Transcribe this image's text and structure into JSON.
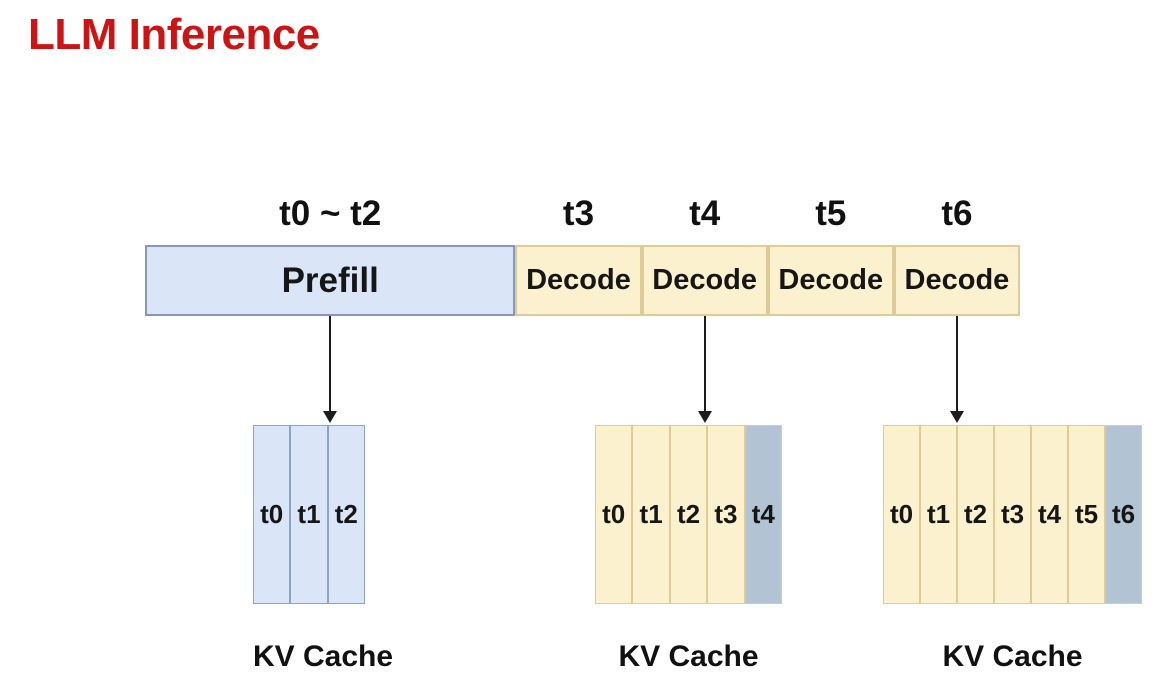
{
  "title": "LLM Inference",
  "colors": {
    "title_red": "#cc1414",
    "prefill_fill": "#dbe5f8",
    "prefill_border": "#8598ba",
    "cache_blue_border": "#8fa3c4",
    "decode_fill": "#fbf1ce",
    "decode_border": "#dfcb96",
    "new_token_fill": "#b2c3d3",
    "arrow_color": "#1c1c1c",
    "text_color": "#161616"
  },
  "timeline": {
    "segments": [
      {
        "time_label": "t0 ~ t2",
        "label": "Prefill",
        "type": "prefill",
        "span": 3,
        "arrow_to_cache": 0
      },
      {
        "time_label": "t3",
        "label": "Decode",
        "type": "decode",
        "span": 1,
        "arrow_to_cache": null
      },
      {
        "time_label": "t4",
        "label": "Decode",
        "type": "decode",
        "span": 1,
        "arrow_to_cache": 1
      },
      {
        "time_label": "t5",
        "label": "Decode",
        "type": "decode",
        "span": 1,
        "arrow_to_cache": null
      },
      {
        "time_label": "t6",
        "label": "Decode",
        "type": "decode",
        "span": 1,
        "arrow_to_cache": 2
      }
    ]
  },
  "kv_caches": [
    {
      "caption": "KV Cache",
      "variant": "blue",
      "columns": [
        {
          "label": "t0",
          "new": false
        },
        {
          "label": "t1",
          "new": false
        },
        {
          "label": "t2",
          "new": false
        }
      ]
    },
    {
      "caption": "KV Cache",
      "variant": "yellow",
      "columns": [
        {
          "label": "t0",
          "new": false
        },
        {
          "label": "t1",
          "new": false
        },
        {
          "label": "t2",
          "new": false
        },
        {
          "label": "t3",
          "new": false
        },
        {
          "label": "t4",
          "new": true
        }
      ]
    },
    {
      "caption": "KV Cache",
      "variant": "yellow",
      "columns": [
        {
          "label": "t0",
          "new": false
        },
        {
          "label": "t1",
          "new": false
        },
        {
          "label": "t2",
          "new": false
        },
        {
          "label": "t3",
          "new": false
        },
        {
          "label": "t4",
          "new": false
        },
        {
          "label": "t5",
          "new": false
        },
        {
          "label": "t6",
          "new": true
        }
      ]
    }
  ]
}
